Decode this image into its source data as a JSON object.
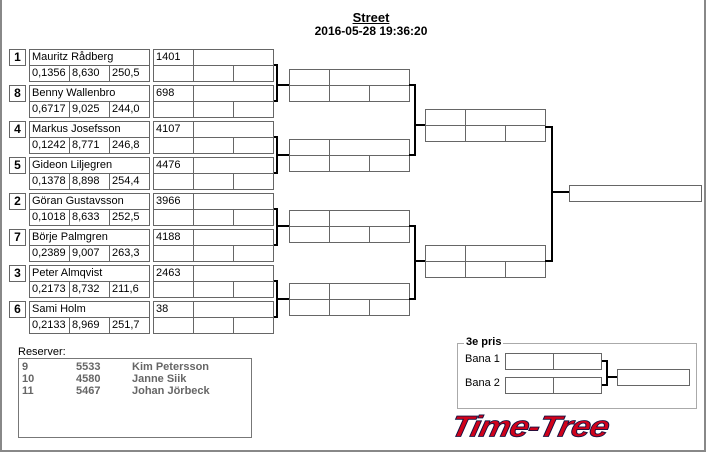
{
  "header": {
    "title": "Street",
    "datetime": "2016-05-28 19:36:20"
  },
  "players": [
    {
      "seed": "1",
      "name": "Mauritz Rådberg",
      "reaction": "0,1356",
      "et": "8,630",
      "speed": "250,5",
      "number": "1401"
    },
    {
      "seed": "8",
      "name": "Benny Wallenbro",
      "reaction": "0,6717",
      "et": "9,025",
      "speed": "244,0",
      "number": "698"
    },
    {
      "seed": "4",
      "name": "Markus Josefsson",
      "reaction": "0,1242",
      "et": "8,771",
      "speed": "246,8",
      "number": "4107"
    },
    {
      "seed": "5",
      "name": "Gideon Liljegren",
      "reaction": "0,1378",
      "et": "8,898",
      "speed": "254,4",
      "number": "4476"
    },
    {
      "seed": "2",
      "name": "Göran Gustavsson",
      "reaction": "0,1018",
      "et": "8,633",
      "speed": "252,5",
      "number": "3966"
    },
    {
      "seed": "7",
      "name": "Börje Palmgren",
      "reaction": "0,2389",
      "et": "9,007",
      "speed": "263,3",
      "number": "4188"
    },
    {
      "seed": "3",
      "name": "Peter Almqvist",
      "reaction": "0,2173",
      "et": "8,732",
      "speed": "211,6",
      "number": "2463"
    },
    {
      "seed": "6",
      "name": "Sami Holm",
      "reaction": "0,2133",
      "et": "8,969",
      "speed": "251,7",
      "number": "38"
    }
  ],
  "reserves": {
    "label": "Reserver:",
    "items": [
      {
        "pos": "9",
        "number": "5533",
        "name": "Kim Petersson"
      },
      {
        "pos": "10",
        "number": "4580",
        "name": "Janne Siik"
      },
      {
        "pos": "11",
        "number": "5467",
        "name": "Johan Jörbeck"
      }
    ]
  },
  "third_place": {
    "title": "3e pris",
    "lane1": "Bana 1",
    "lane2": "Bana 2"
  },
  "logo": {
    "text": "Time-Tree",
    "color": "#d0021b"
  }
}
